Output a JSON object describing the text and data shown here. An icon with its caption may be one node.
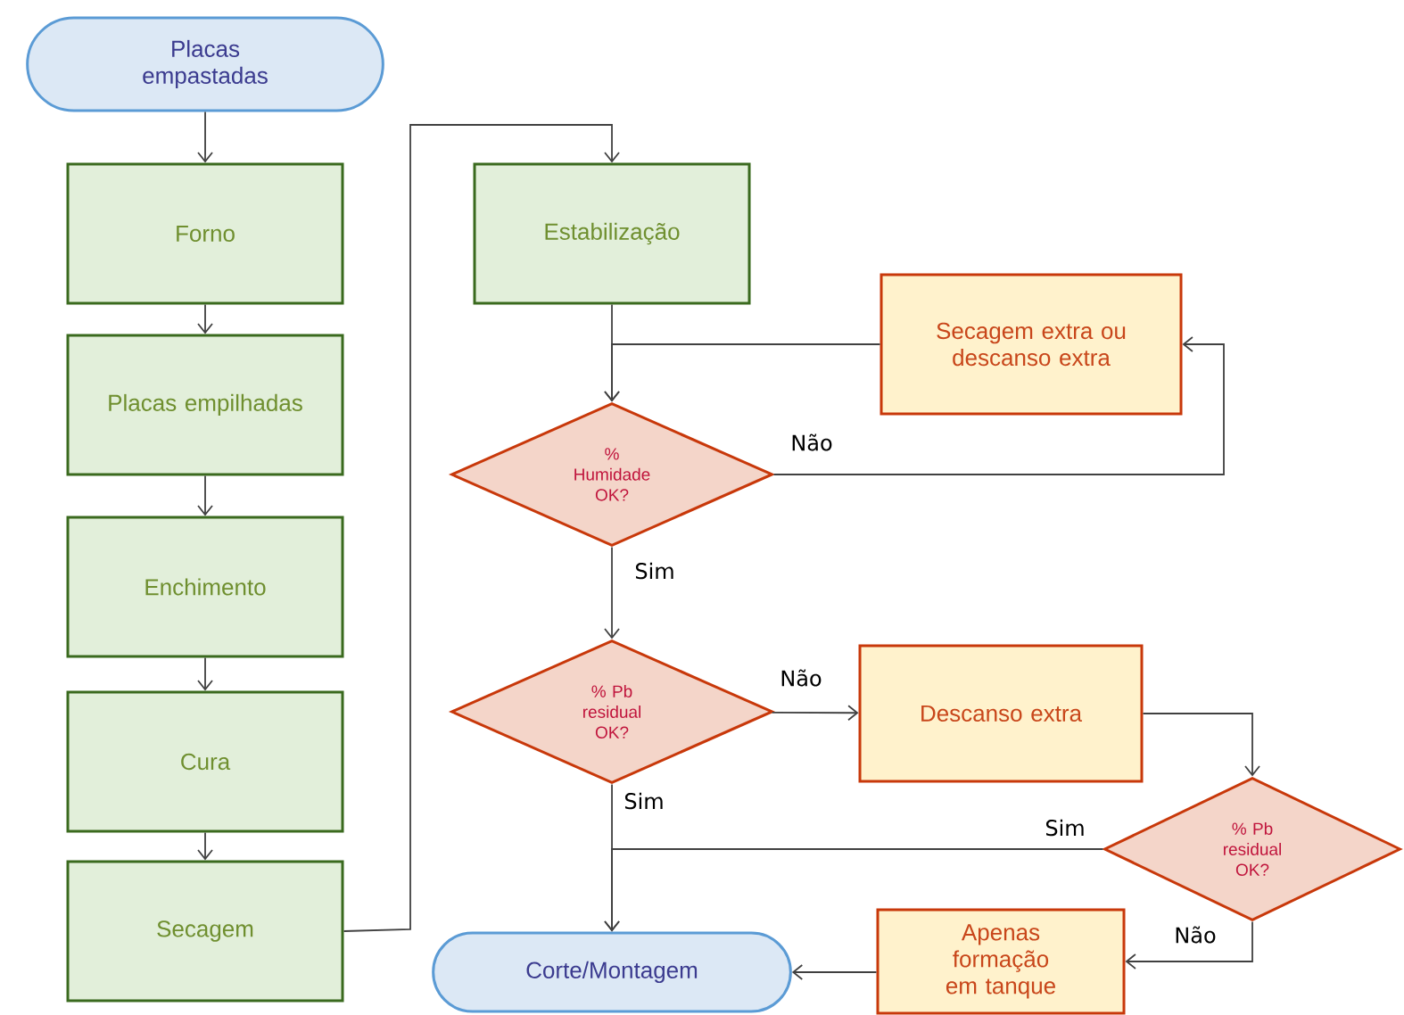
{
  "diagram": {
    "nodes": [
      {
        "text": [
          "Placas empastadas"
        ]
      },
      {
        "text": [
          "Forno"
        ]
      },
      {
        "text": [
          "Placas empilhadas"
        ]
      },
      {
        "text": [
          "Enchimento"
        ]
      },
      {
        "text": [
          "Cura"
        ]
      },
      {
        "text": [
          "Secagem"
        ]
      },
      {
        "text": [
          "Estabilização"
        ]
      },
      {
        "text": [
          "Secagem extra ou descanso extra"
        ]
      },
      {
        "text": [
          "% Humidade OK?"
        ]
      },
      {
        "text": [
          "% Pb residual OK?"
        ]
      },
      {
        "text": [
          "Descanso extra"
        ]
      },
      {
        "text": [
          "% Pb residual OK?"
        ]
      },
      {
        "text": [
          "Apenas formação em tanque"
        ]
      },
      {
        "text": [
          "Corte/Montagem"
        ]
      }
    ],
    "edges": [
      {
        "from": 0,
        "to": 1,
        "arrow": "to"
      },
      {
        "from": 1,
        "to": 2,
        "arrow": "to"
      },
      {
        "from": 2,
        "to": 3,
        "arrow": "to"
      },
      {
        "from": 3,
        "to": 4,
        "arrow": "to"
      },
      {
        "from": 4,
        "to": 5,
        "arrow": "to"
      },
      {
        "from": 5,
        "to": 6,
        "arrow": "to"
      },
      {
        "from": 6,
        "to": 8,
        "arrow": "to"
      },
      {
        "from": 7,
        "to": 8,
        "arrow": "to"
      },
      {
        "from": 8,
        "to": 7,
        "arrow": "to",
        "label": "Não"
      },
      {
        "from": 8,
        "to": 9,
        "arrow": "to",
        "label": "Sim"
      },
      {
        "from": 9,
        "to": 10,
        "arrow": "to",
        "label": "Não"
      },
      {
        "from": 10,
        "to": 11,
        "arrow": "to"
      },
      {
        "from": 9,
        "to": 13,
        "arrow": "to",
        "label": "Sim"
      },
      {
        "from": 11,
        "to": 13,
        "arrow": "to",
        "label": "Sim"
      },
      {
        "from": 11,
        "to": 12,
        "arrow": "to",
        "label": "Não"
      },
      {
        "from": 12,
        "to": 13,
        "arrow": "to"
      }
    ]
  }
}
